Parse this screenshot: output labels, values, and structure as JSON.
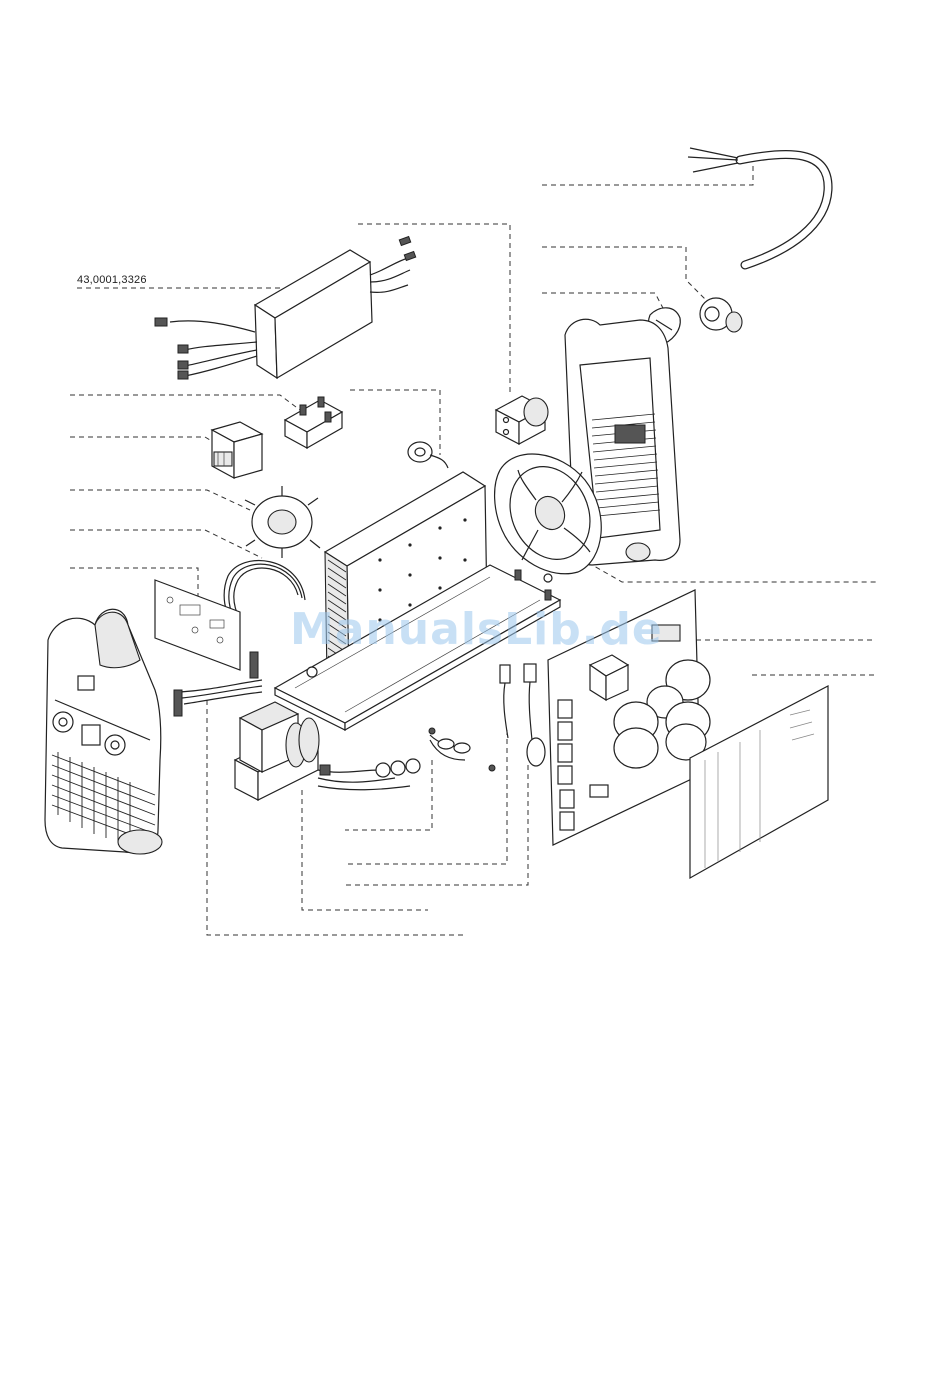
{
  "callouts": [
    {
      "id": "filter-module",
      "part_number": "43,0001,3326"
    }
  ],
  "watermark": {
    "text": "ManualsLib.de",
    "color": "#9cc8ee"
  },
  "colors": {
    "line": "#222222",
    "background": "#ffffff"
  }
}
